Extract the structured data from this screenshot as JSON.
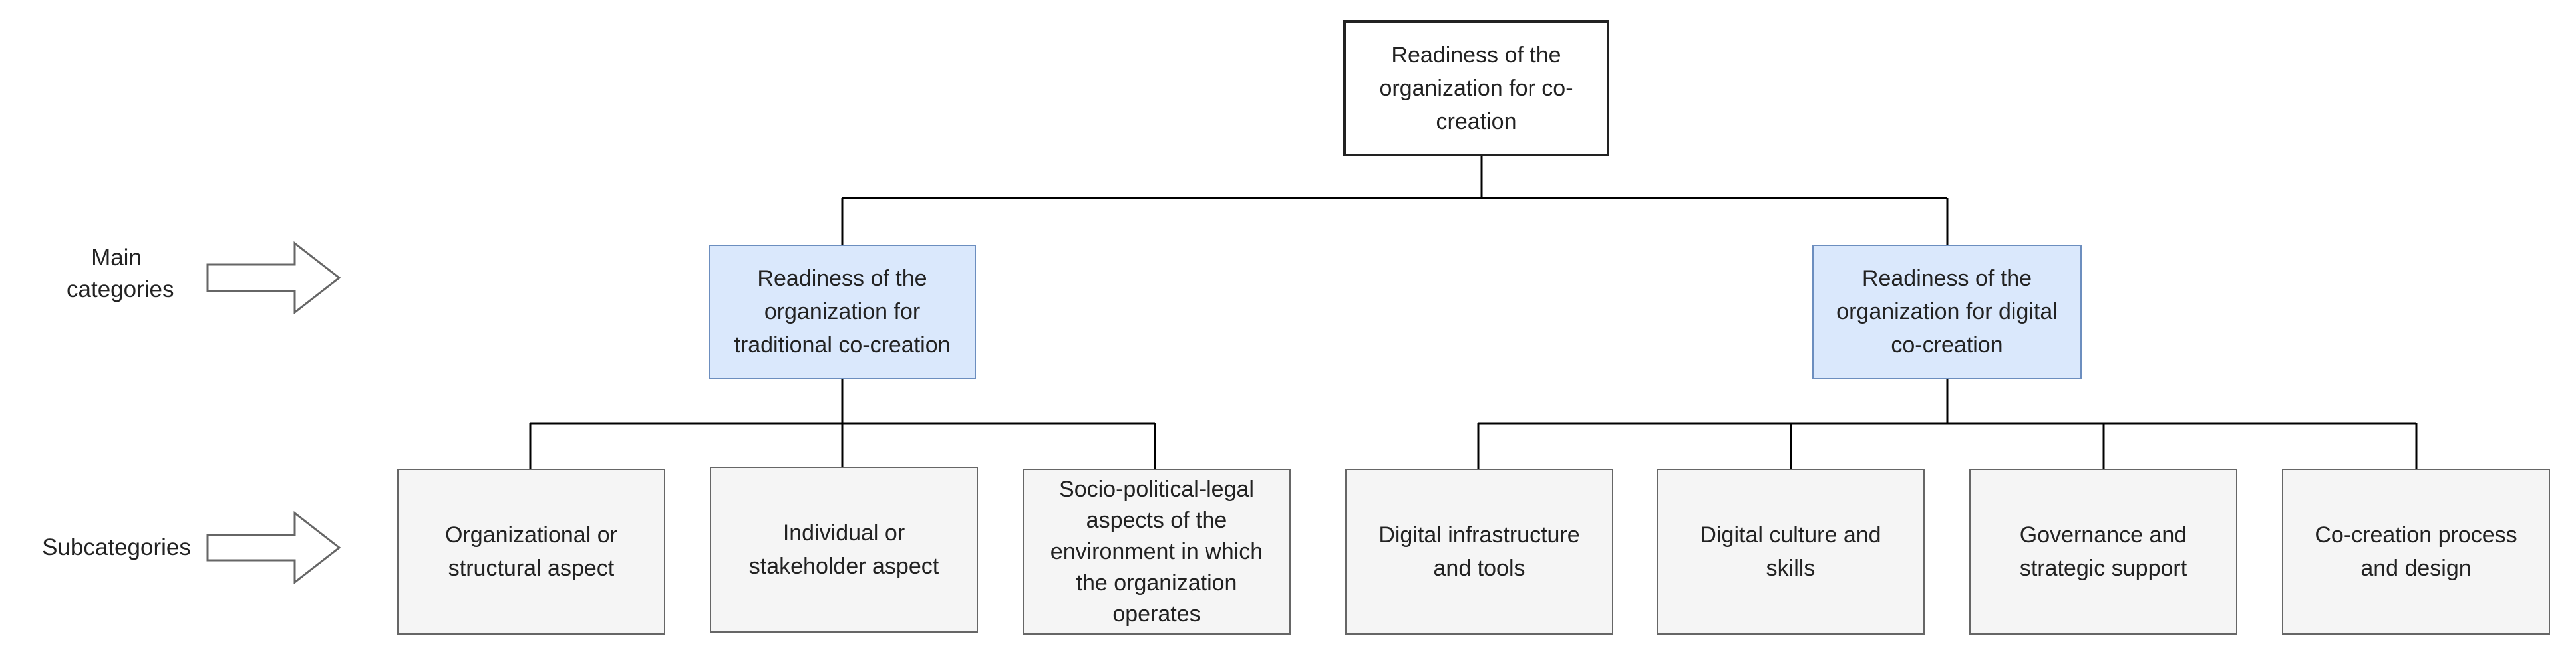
{
  "diagram": {
    "root": {
      "label": "Readiness of the organization for co-creation"
    },
    "main_categories": [
      {
        "id": "traditional",
        "label": "Readiness of the organization for traditional co-creation"
      },
      {
        "id": "digital",
        "label": "Readiness of the organization for digital co-creation"
      }
    ],
    "subcategories": {
      "traditional": [
        {
          "label": "Organizational or structural aspect"
        },
        {
          "label": "Individual or stakeholder aspect"
        },
        {
          "label": "Socio-political-legal aspects of the environment in which the organization operates"
        }
      ],
      "digital": [
        {
          "label": "Digital infrastructure and tools"
        },
        {
          "label": "Digital culture and skills"
        },
        {
          "label": "Governance and strategic support"
        },
        {
          "label": "Co-creation process and design"
        }
      ]
    },
    "side_labels": {
      "main": "Main categories",
      "sub": "Subcategories"
    },
    "colors": {
      "root_fill": "#ffffff",
      "main_fill": "#dae8fc",
      "main_stroke": "#6c8ebf",
      "sub_fill": "#f5f5f5",
      "sub_stroke": "#666666",
      "connector": "#000000",
      "arrow_stroke": "#666666"
    },
    "icons": {
      "row_arrow": "outline-right-arrow-icon"
    }
  }
}
